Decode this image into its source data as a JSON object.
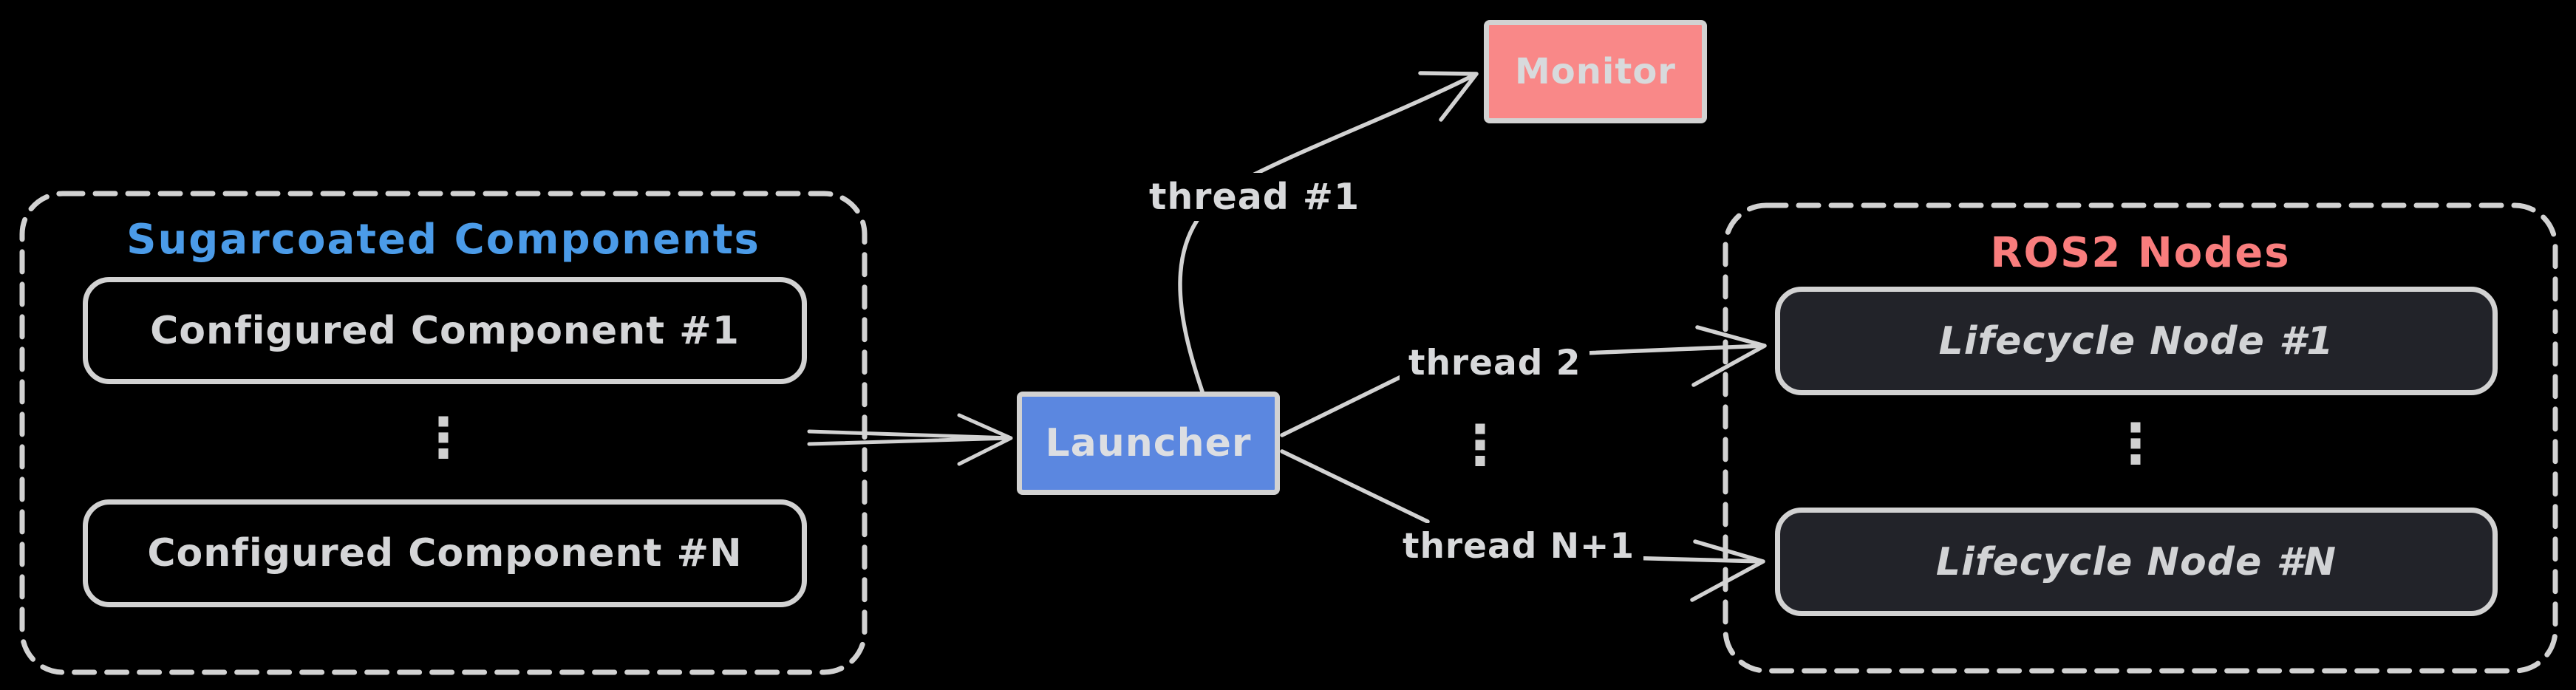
{
  "diagram": {
    "background": "#000000",
    "line_color": "#d2d2d2",
    "components_group": {
      "title": "Sugarcoated Components",
      "title_color": "#4b9be8",
      "items": [
        "Configured Component #1",
        "Configured Component #N"
      ],
      "ellipsis": "⋮"
    },
    "nodes_group": {
      "title": "ROS2 Nodes",
      "title_color": "#f97d7d",
      "items": [
        "Lifecycle Node #1",
        "Lifecycle Node #N"
      ],
      "node_fill": "#222329",
      "ellipsis": "⋮"
    },
    "launcher": {
      "label": "Launcher",
      "fill": "#5b87e0"
    },
    "monitor": {
      "label": "Monitor",
      "fill": "#f98888"
    },
    "threads": {
      "to_monitor": "thread #1",
      "to_node_1": "thread 2",
      "to_node_n": "thread N+1",
      "ellipsis": "⋮"
    }
  }
}
